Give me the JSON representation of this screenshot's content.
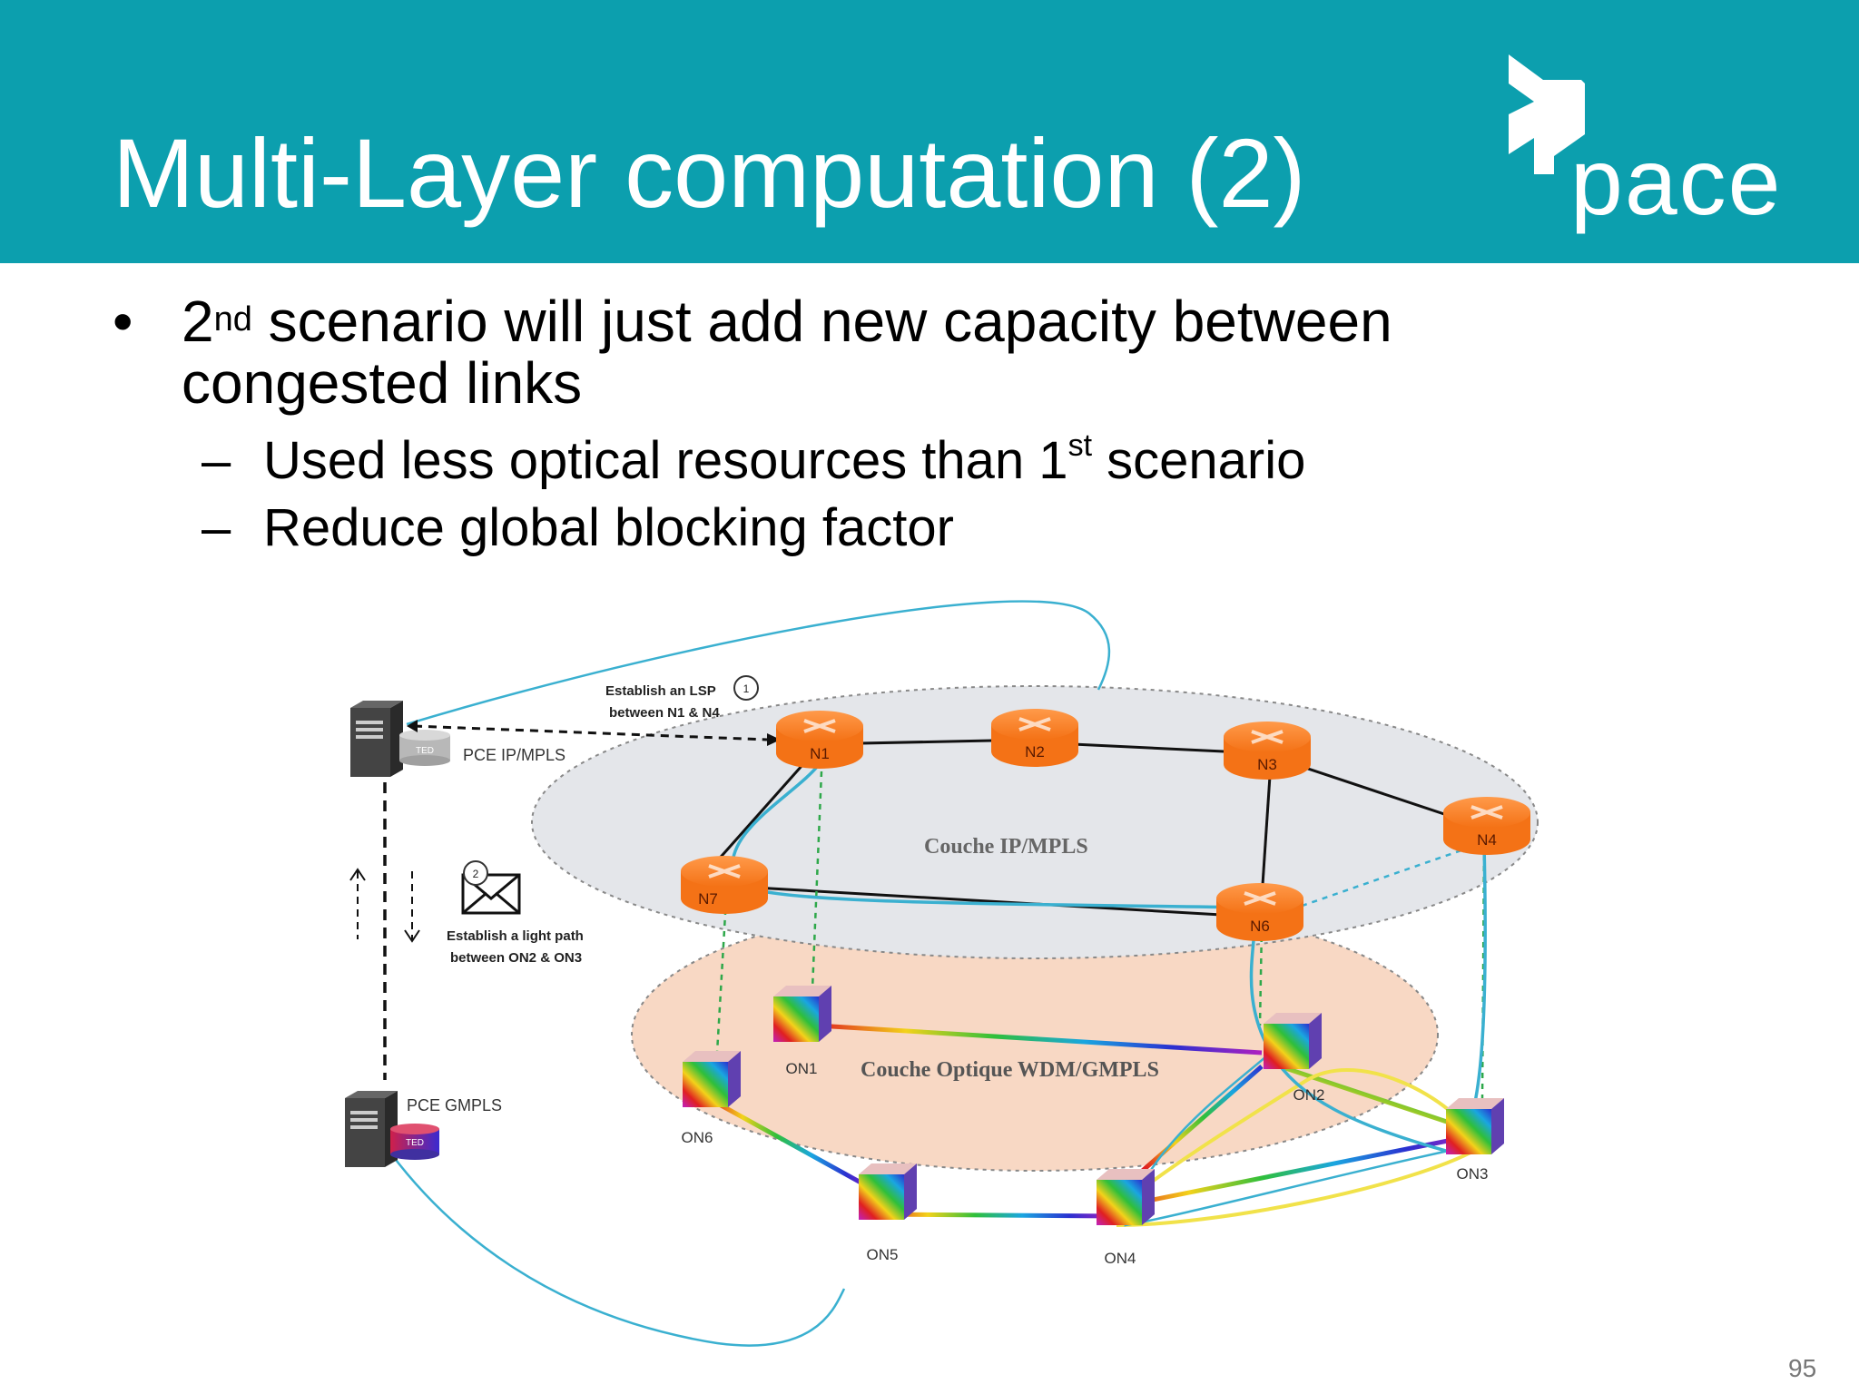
{
  "slide": {
    "title": "Multi-Layer computation (2)",
    "logo_text": "pace",
    "page_number": "95"
  },
  "bullets": {
    "main_prefix": "2",
    "main_sup": "nd",
    "main_line1_rest": " scenario will just add new capacity between",
    "main_line2": "congested links",
    "sub1_text": "Used less optical resources than 1",
    "sub1_sup": "st",
    "sub1_tail": " scenario",
    "sub2_text": "Reduce global blocking factor",
    "bullet_symbol": "•",
    "dash_symbol": "–"
  },
  "diagram": {
    "ip_layer_label": "Couche IP/MPLS",
    "optical_layer_label": "Couche Optique WDM/GMPLS",
    "pce_ip_label": "PCE IP/MPLS",
    "pce_gmpls_label": "PCE GMPLS",
    "ted_label": "TED",
    "step1_number": "1",
    "step1_line1": "Establish an LSP",
    "step1_line2": "between N1 & N4",
    "step2_number": "2",
    "step2_line1": "Establish a light path",
    "step2_line2": "between ON2 & ON3",
    "ip_nodes": [
      "N1",
      "N2",
      "N3",
      "N4",
      "N6",
      "N7"
    ],
    "optical_nodes": [
      "ON1",
      "ON2",
      "ON3",
      "ON4",
      "ON5",
      "ON6"
    ]
  },
  "colors": {
    "header": "#0c9fae",
    "router": "#f47216",
    "ip_layer": "#e4e6ea",
    "optical_layer": "#f8d8c4",
    "path": "#3ab0d0",
    "vertical_link": "#2ea84a"
  }
}
